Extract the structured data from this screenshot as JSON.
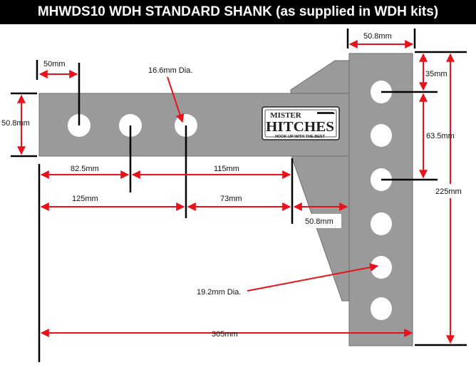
{
  "title": "MHWDS10 WDH STANDARD SHANK (as supplied in WDH kits)",
  "logo": {
    "line1": "MISTER",
    "line2": "HITCHES",
    "tagline": "HOOK UP WITH THE BEST"
  },
  "dimensions": {
    "end_to_first_hole": "50mm",
    "hole_diameter_shank": "16.6mm Dia.",
    "shank_height": "50.8mm",
    "hole1_to_hole2": "82.5mm",
    "hole2_to_gusset": "115mm",
    "end_to_hole3": "125mm",
    "hole3_to_gusset": "73mm",
    "gusset_to_plate": "50.8mm",
    "overall_length": "305mm",
    "plate_width": "50.8mm",
    "top_to_first_hole": "35mm",
    "hole_spacing": "63.5mm",
    "plate_height": "225mm",
    "hole_diameter_plate": "19.2mm Dia."
  },
  "colors": {
    "steel": "#9a9a9a",
    "steel_edge": "#6e6e6e",
    "title_bg": "#000000",
    "line": "#000000",
    "arrow": "#e8121b"
  }
}
